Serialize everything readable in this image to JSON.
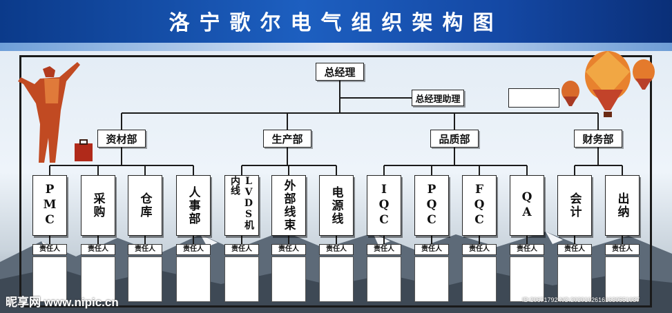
{
  "title": "洛宁歌尔电气组织架构图",
  "general_manager": "总经理",
  "assistant": "总经理助理",
  "departments": [
    {
      "name": "资材部",
      "units": [
        "PMC",
        "采购",
        "仓库",
        "人事部"
      ]
    },
    {
      "name": "生产部",
      "units": [
        "LVDS机内线",
        "外部线束",
        "电源线"
      ]
    },
    {
      "name": "品质部",
      "units": [
        "IQC",
        "PQC",
        "FQC",
        "QA"
      ]
    },
    {
      "name": "财务部",
      "units": [
        "会计",
        "出纳"
      ]
    }
  ],
  "responsible_label": "责任人",
  "watermark": {
    "site": "昵享网 www.nipic.cn",
    "id": "ID:20671792 NO:20201026161630551087"
  },
  "colors": {
    "banner": "#1448a4",
    "line": "#1a1a1a",
    "box": "#ffffff"
  },
  "decor": [
    "businessman-figure",
    "briefcase",
    "hot-air-balloons",
    "mountains"
  ]
}
